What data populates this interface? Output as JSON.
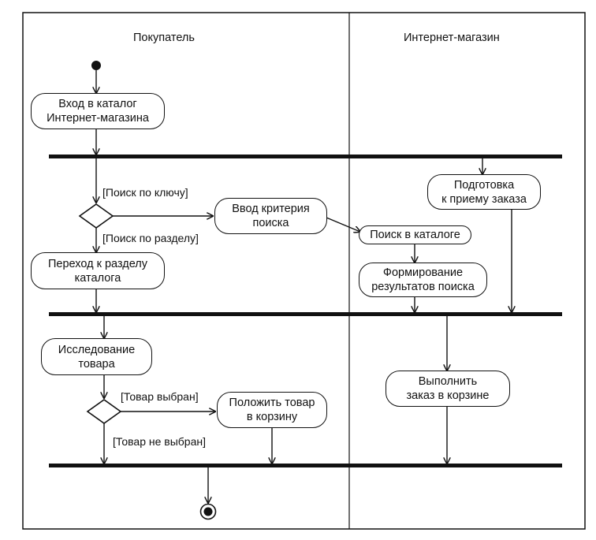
{
  "swimlanes": [
    "Покупатель",
    "Интернет-магазин"
  ],
  "activities": {
    "enter_catalog": "Вход в каталог\nИнтернет-магазина",
    "enter_criteria": "Ввод критерия\nпоиска",
    "go_to_section": "Переход к разделу\nкаталога",
    "prepare_order": "Подготовка\nк приему заказа",
    "search_catalog": "Поиск в каталоге",
    "form_results": "Формирование\nрезультатов поиска",
    "examine_product": "Исследование\nтовара",
    "put_in_cart": "Положить товар\nв корзину",
    "fulfill_order": "Выполнить\nзаказ в корзине"
  },
  "guards": {
    "by_key": "[Поиск по ключу]",
    "by_section": "[Поиск по разделу]",
    "selected": "[Товар выбран]",
    "not_selected": "[Товар не выбран]"
  }
}
